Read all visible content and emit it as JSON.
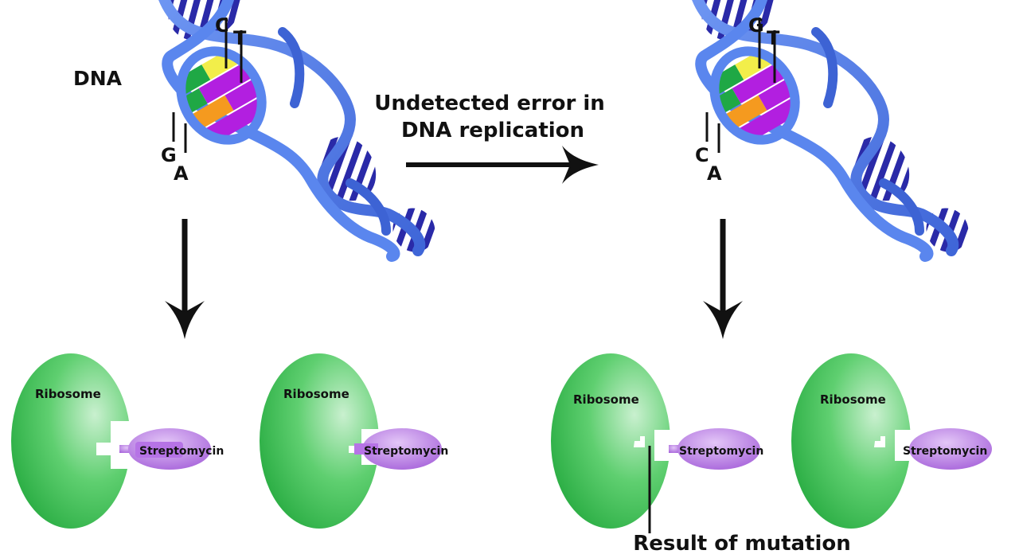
{
  "labels": {
    "dna": "DNA",
    "error_line1": "Undetected error in",
    "error_line2": "DNA replication",
    "result": "Result of mutation"
  },
  "left_helix": {
    "top_base_1": "C",
    "top_base_2": "T",
    "bottom_base_1": "G",
    "bottom_base_2": "A"
  },
  "right_helix": {
    "top_base_1": "G",
    "top_base_2": "T",
    "bottom_base_1": "C",
    "bottom_base_2": "A"
  },
  "ribosomes": [
    {
      "label": "Ribosome",
      "drug": "Streptomycin"
    },
    {
      "label": "Ribosome",
      "drug": "Streptomycin"
    },
    {
      "label": "Ribosome",
      "drug": "Streptomycin"
    },
    {
      "label": "Ribosome",
      "drug": "Streptomycin"
    }
  ],
  "colors": {
    "helix_strand": "#4a78e8",
    "helix_stripe": "#2a2aa8",
    "base_yellow": "#f2ee4a",
    "base_purple": "#b21fe0",
    "base_green": "#1fa845",
    "base_orange": "#f59a1f",
    "ribosome": "#2db94a",
    "drug": "#b673e6"
  }
}
